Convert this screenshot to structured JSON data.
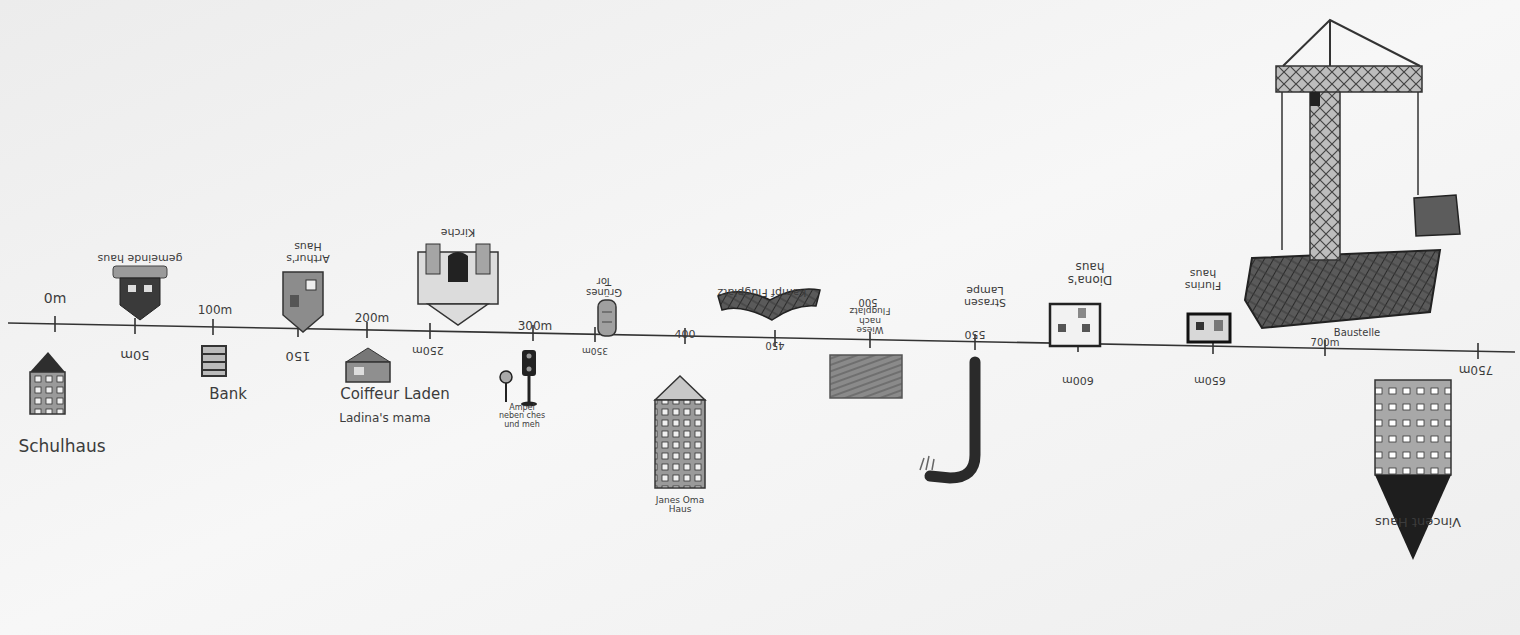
{
  "diagram": {
    "labels": [
      "0m",
      "Schulhaus",
      "gemeinde haus",
      "50m",
      "100m",
      "Bank",
      "Arthur's Haus",
      "150",
      "200m",
      "Coiffeur Laden",
      "Ladina's mama",
      "Kirche",
      "250m",
      "300m",
      "Ampel neben ches und meh",
      "Grünes Tor",
      "350m",
      "400",
      "Janes Oma Haus",
      "Kampf Flugplatz",
      "450",
      "Wiese nach Flugplatz",
      "500",
      "Strasen Lampe",
      "550",
      "Diona's haus",
      "600m",
      "Flurins haus",
      "650m",
      "700m",
      "Baustelle",
      "750m",
      "Vincent Haus"
    ]
  }
}
